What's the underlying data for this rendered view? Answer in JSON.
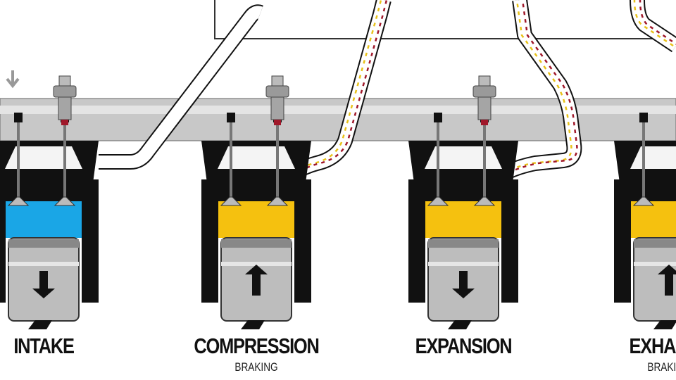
{
  "strokes": [
    {
      "label": "INTAKE",
      "sub": "",
      "chamber_color": "#1aa6e6",
      "piston": "down"
    },
    {
      "label": "COMPRESSION",
      "sub": "BRAKING",
      "chamber_color": "#f5c10f",
      "piston": "up"
    },
    {
      "label": "EXPANSION",
      "sub": "",
      "chamber_color": "#f5c10f",
      "piston": "down"
    },
    {
      "label": "EXHAUST",
      "sub": "BRAKING",
      "chamber_color": "#f5c10f",
      "piston": "up"
    }
  ],
  "colors": {
    "head": "#c8c8c8",
    "block": "#111111",
    "piston": "#bdbdbd",
    "flow_red": "#a0182a",
    "flow_yellow": "#e8c21a"
  }
}
